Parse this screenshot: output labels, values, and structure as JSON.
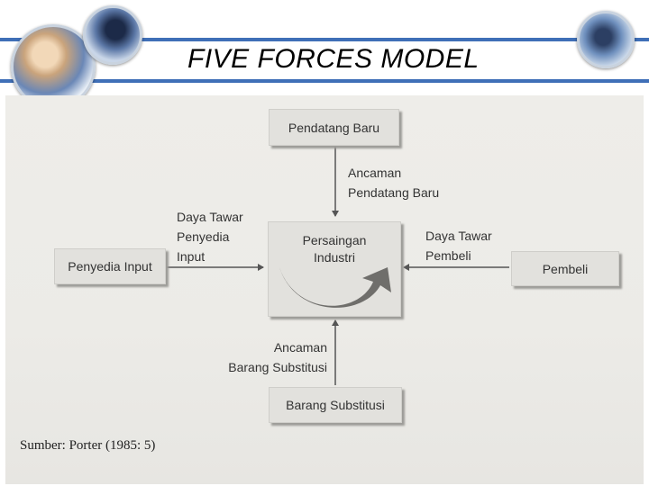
{
  "header": {
    "title": "FIVE FORCES MODEL"
  },
  "diagram": {
    "nodes": {
      "top": "Pendatang Baru",
      "left": "Penyedia Input",
      "center": "Persaingan\nIndustri",
      "right": "Pembeli",
      "bottom": "Barang Substitusi"
    },
    "edge_labels": {
      "top": "Ancaman\nPendatang Baru",
      "left": "Daya Tawar\nPenyedia\nInput",
      "right": "Daya Tawar\nPembeli",
      "bottom": "Ancaman\nBarang Substitusi"
    },
    "source": "Sumber: Porter (1985: 5)"
  },
  "colors": {
    "accent": "#3f6fb7",
    "box": "#e2e1dd",
    "scan_bg": "#ecebe7"
  }
}
